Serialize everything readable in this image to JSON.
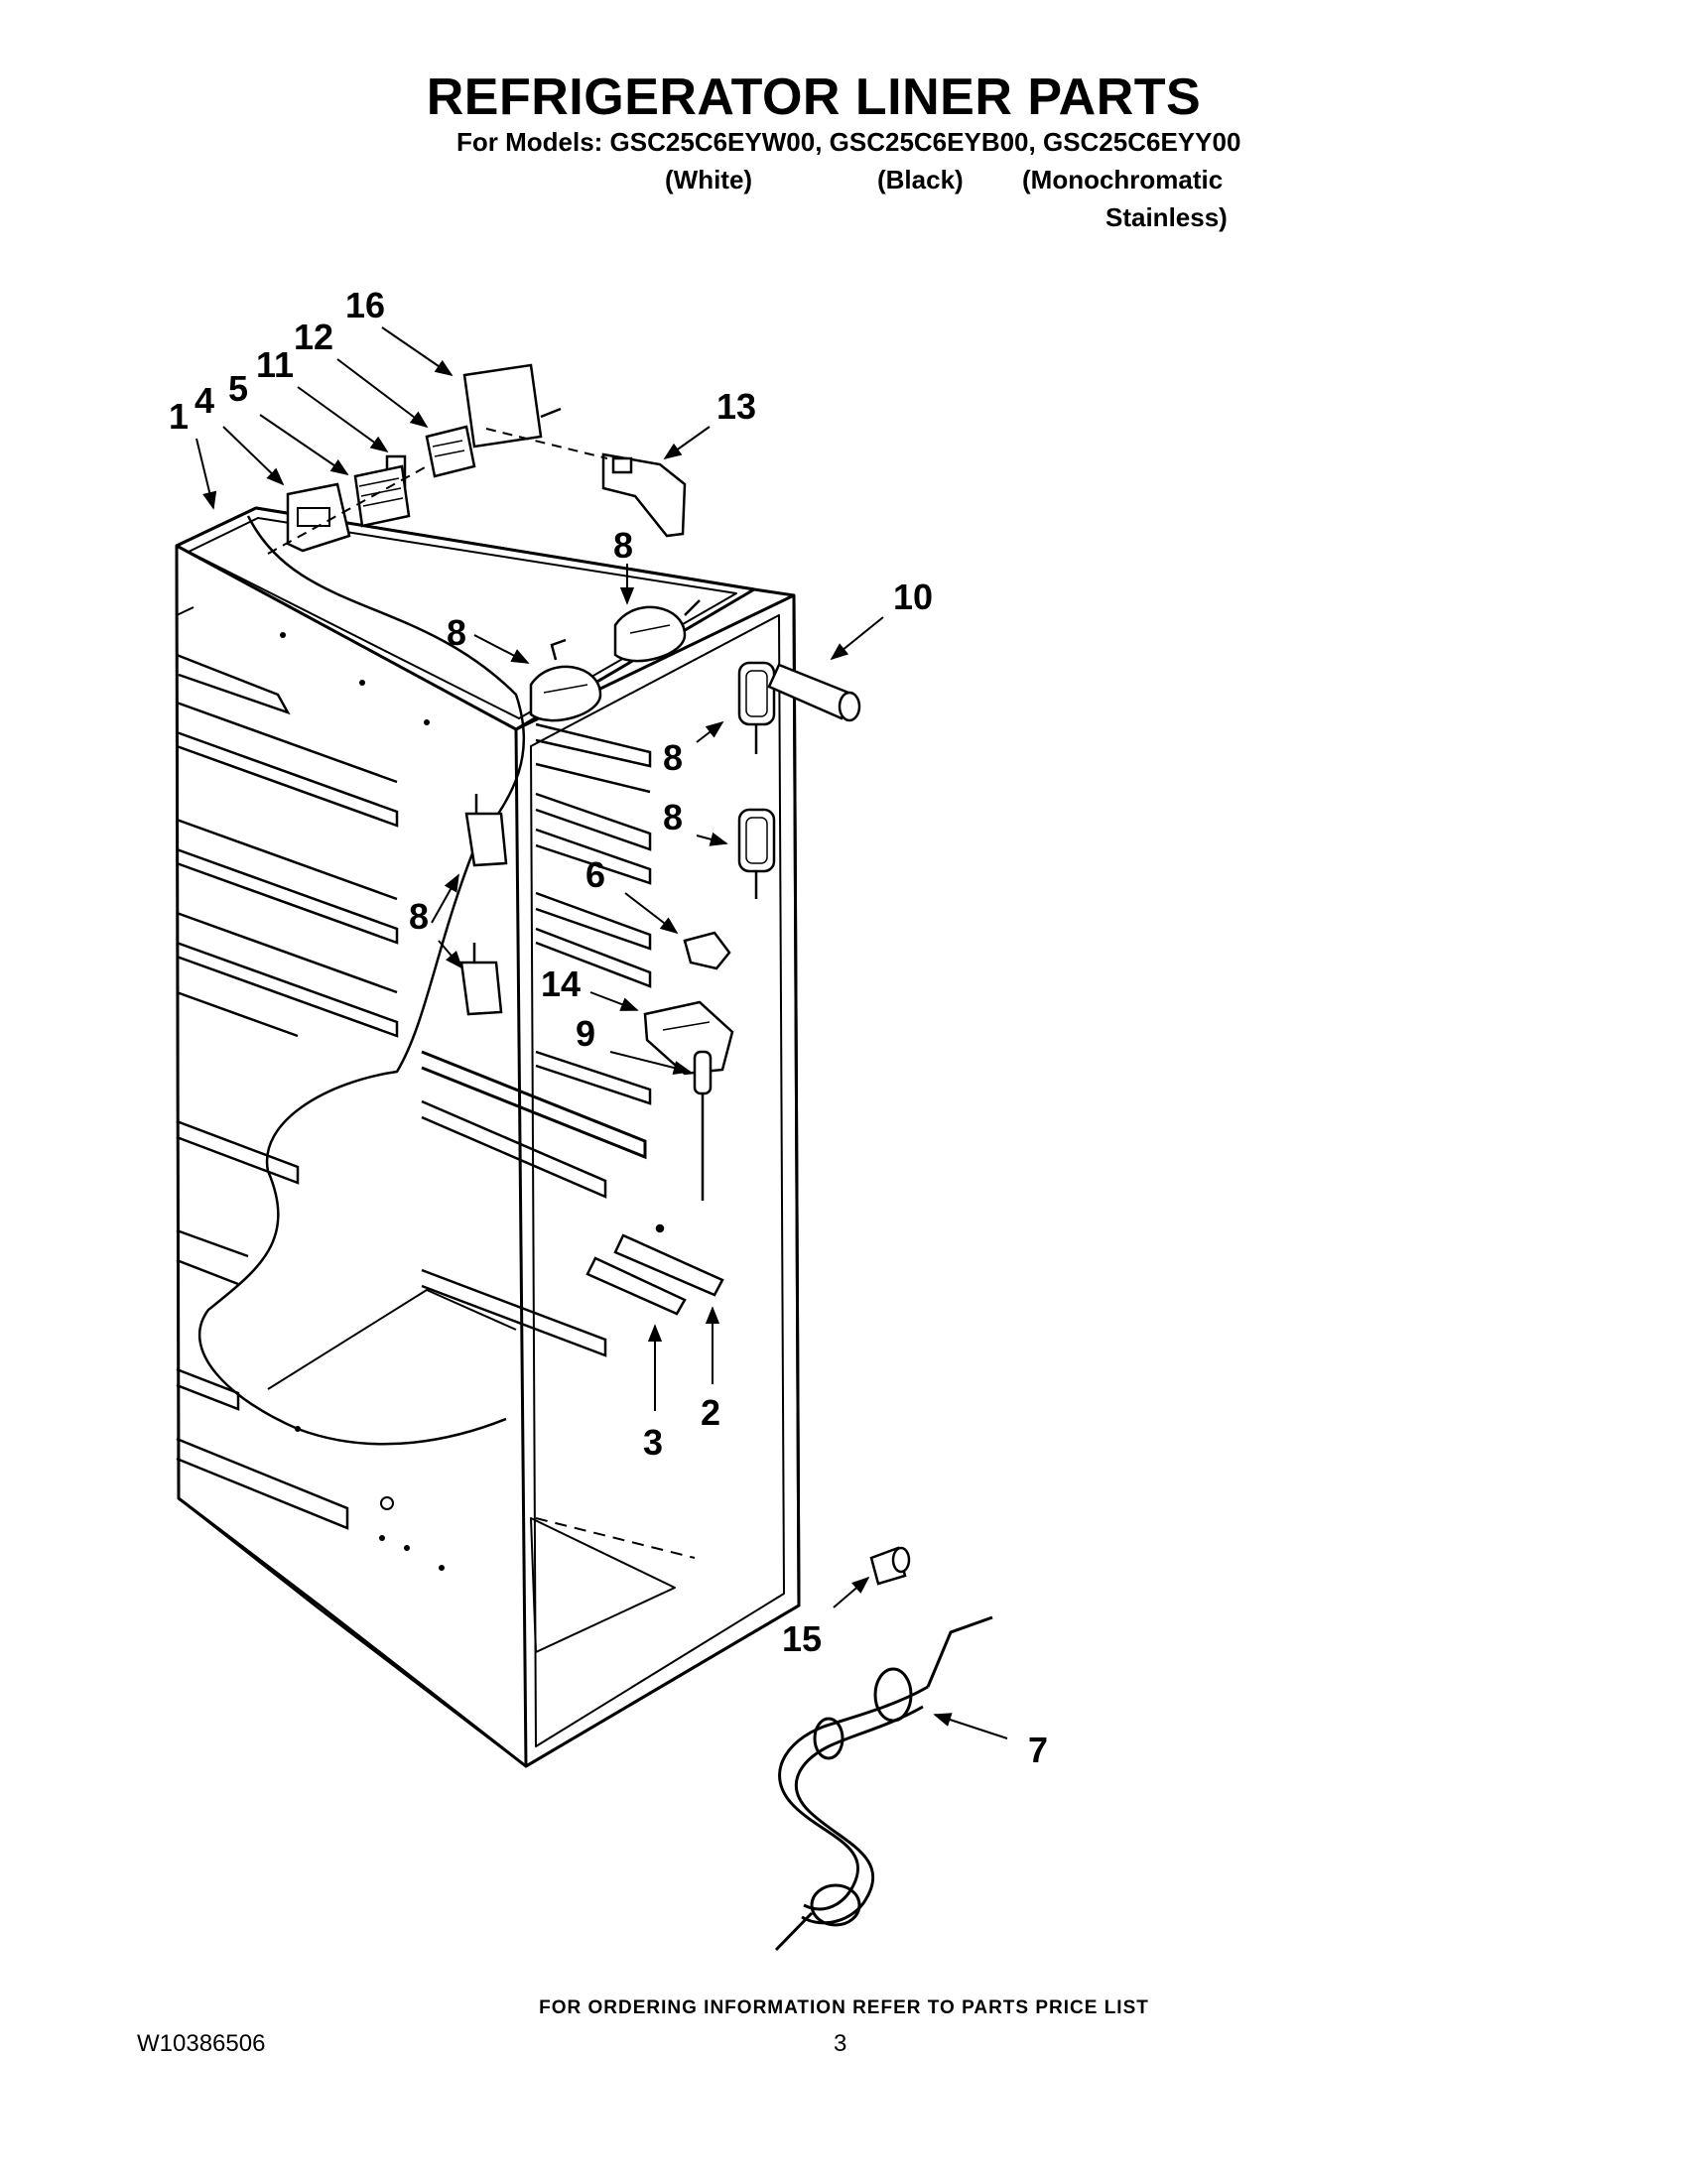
{
  "header": {
    "title": "REFRIGERATOR LINER PARTS",
    "models_line": "For Models: GSC25C6EYW00, GSC25C6EYB00, GSC25C6EYY00",
    "variant_white": "(White)",
    "variant_black": "(Black)",
    "variant_mono": "(Monochromatic",
    "variant_mono_2": "Stainless)"
  },
  "callouts": {
    "c1": "1",
    "c2": "2",
    "c3": "3",
    "c4": "4",
    "c5": "5",
    "c6": "6",
    "c7": "7",
    "c8a": "8",
    "c8b": "8",
    "c8c": "8",
    "c8d": "8",
    "c8e": "8",
    "c9": "9",
    "c10": "10",
    "c11": "11",
    "c12": "12",
    "c13": "13",
    "c14": "14",
    "c15": "15",
    "c16": "16"
  },
  "footer": {
    "ordering_info": "FOR ORDERING INFORMATION REFER TO PARTS PRICE LIST",
    "doc_number": "W10386506",
    "page_number": "3"
  }
}
